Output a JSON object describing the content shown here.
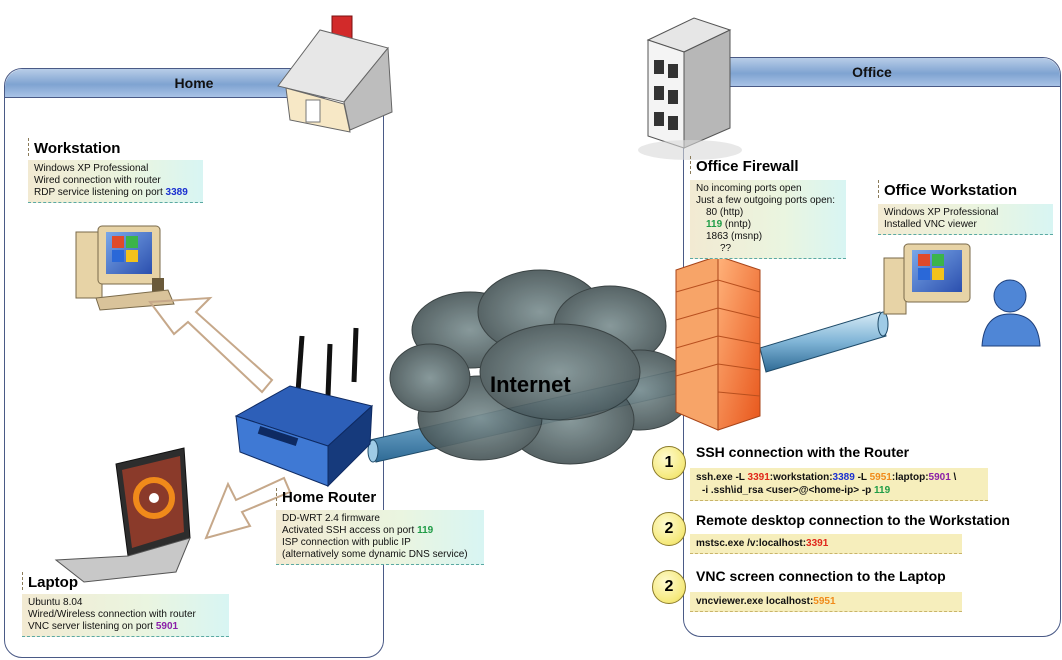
{
  "home": {
    "header": "Home",
    "workstation": {
      "title": "Workstation",
      "lines": [
        "Windows XP Professional",
        "Wired connection with router",
        "RDP service listening on port "
      ],
      "port": "3389"
    },
    "router": {
      "title": "Home Router",
      "line1": "DD-WRT 2.4 firmware",
      "line2_prefix": "Activated SSH access on port ",
      "line2_port": "119",
      "line3": "ISP connection with public IP",
      "line4": "(alternatively some dynamic DNS service)"
    },
    "laptop": {
      "title": "Laptop",
      "line1": "Ubuntu 8.04",
      "line2": "Wired/Wireless connection with router",
      "line3_prefix": "VNC server listening on port ",
      "line3_port": "5901"
    }
  },
  "office": {
    "header": "Office",
    "firewall": {
      "title": "Office Firewall",
      "line1": "No incoming ports open",
      "line2": "Just a few outgoing ports open:",
      "p1": "80 (http)",
      "p2_num": "119",
      "p2_rest": " (nntp)",
      "p3": "1863 (msnp)",
      "p4": "??"
    },
    "workstation": {
      "title": "Office Workstation",
      "line1": "Windows XP Professional",
      "line2": "Installed VNC viewer"
    }
  },
  "internet_label": "Internet",
  "connections": [
    {
      "num": "1",
      "title": "SSH connection with the Router",
      "cmd1": {
        "a": "ssh.exe -L ",
        "b": "3391",
        "c": ":workstation:",
        "d": "3389",
        "e": " -L ",
        "f": "5951",
        "g": ":laptop:",
        "h": "5901",
        "i": " \\"
      },
      "cmd2": {
        "a": "-i .ssh\\id_rsa <user>@<home-ip> -p ",
        "b": "119"
      }
    },
    {
      "num": "2",
      "title": "Remote desktop connection to the Workstation",
      "cmd": {
        "a": "mstsc.exe /v:localhost:",
        "b": "3391"
      }
    },
    {
      "num": "2",
      "title": "VNC screen connection to the Laptop",
      "cmd": {
        "a": "vncviewer.exe localhost:",
        "b": "5951"
      }
    }
  ],
  "colors": {
    "rdp_port": "#1a2fd0",
    "ssh_port": "#1f9c46",
    "vnc_port": "#8a1fa8",
    "local_rdp": "#e0261a",
    "local_vnc": "#f08a1a"
  }
}
